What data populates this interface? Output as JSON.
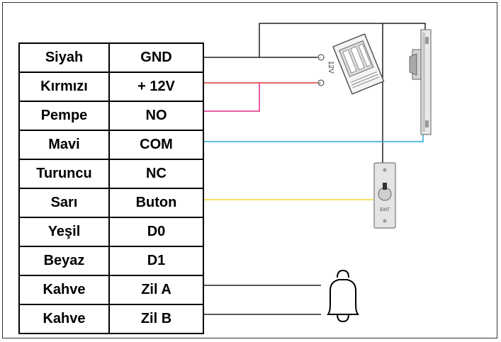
{
  "rows": [
    {
      "color_name": "Siyah",
      "pin": "GND"
    },
    {
      "color_name": "Kırmızı",
      "pin": "+ 12V"
    },
    {
      "color_name": "Pempe",
      "pin": "NO"
    },
    {
      "color_name": "Mavi",
      "pin": "COM"
    },
    {
      "color_name": "Turuncu",
      "pin": "NC"
    },
    {
      "color_name": "Sarı",
      "pin": "Buton"
    },
    {
      "color_name": "Yeşil",
      "pin": "D0"
    },
    {
      "color_name": "Beyaz",
      "pin": "D1"
    },
    {
      "color_name": "Kahve",
      "pin": "Zil A"
    },
    {
      "color_name": "Kahve",
      "pin": "Zil B"
    }
  ],
  "power_supply": {
    "voltage_label": "12V"
  },
  "exit_button": {
    "label": "EXIT"
  },
  "wire_colors": {
    "gnd": "#222222",
    "power": "#d9352b",
    "no": "#e0288a",
    "com": "#2aa8d8",
    "button": "#f0d836",
    "bell": "#222222"
  },
  "icons": [
    "power-supply-icon",
    "electric-strike-lock-icon",
    "exit-button-icon",
    "bell-icon"
  ]
}
